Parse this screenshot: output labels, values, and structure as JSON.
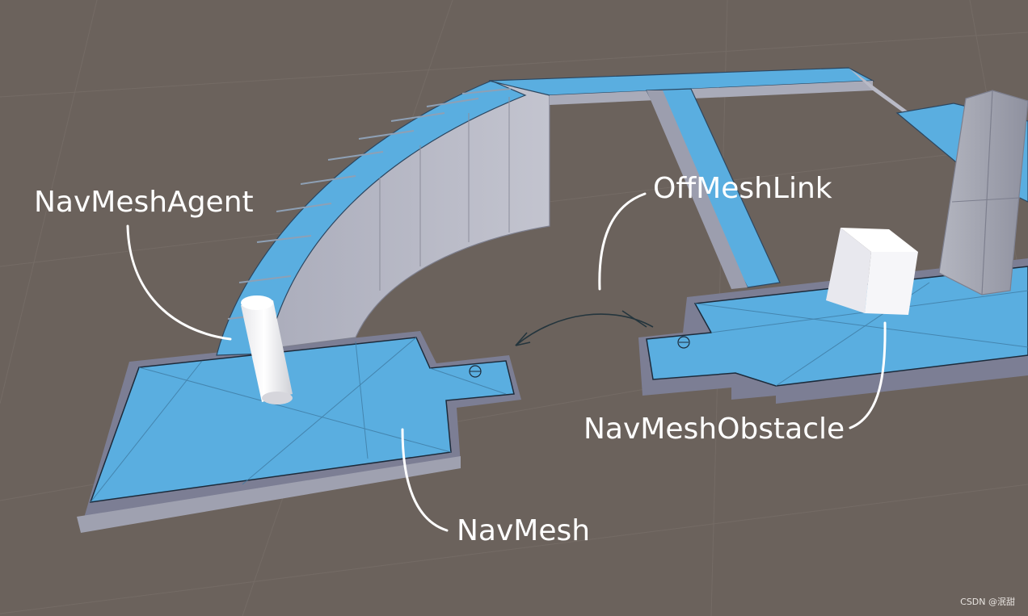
{
  "labels": {
    "agent": "NavMeshAgent",
    "offmeshlink": "OffMeshLink",
    "obstacle": "NavMeshObstacle",
    "navmesh": "NavMesh"
  },
  "watermark": "CSDN @泯甜",
  "colors": {
    "background": "#6b625c",
    "navmesh_blue": "#5aaee0",
    "geometry_gray": "#9a9cad",
    "text": "#ffffff"
  }
}
